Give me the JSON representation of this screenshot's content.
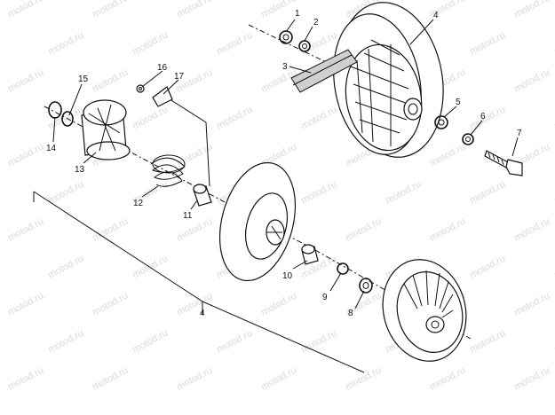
{
  "watermark": "motod.ru",
  "callouts": {
    "c1": "1",
    "c2": "2",
    "c3": "3",
    "c4": "4",
    "c5": "5",
    "c6": "6",
    "c7": "7",
    "c8": "8",
    "c9": "9",
    "c10": "10",
    "c11": "11",
    "c12": "12",
    "c13": "13",
    "c14": "14",
    "c15": "15",
    "c16": "16",
    "c17": "17",
    "c4_bracket": "4"
  }
}
